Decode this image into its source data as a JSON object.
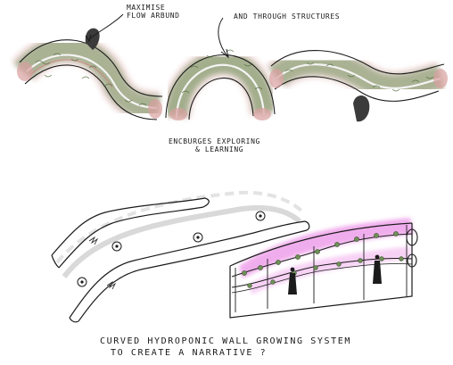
{
  "annotations": {
    "maximise": [
      "MAXIMISE",
      "FLOW ARBUND"
    ],
    "through": "AND THROUGH STRUCTURES",
    "encourages": [
      "ENCBURGES EXPLORING",
      "& LEARNING"
    ],
    "caption": [
      "CURVED HYDROPONIC WALL GROWING SYSTEM",
      "TO CREATE A NARRATIVE ?"
    ]
  },
  "colors": {
    "ink": "#1b1b1b",
    "foliage": "#6f8f58",
    "terracotta": "#d8a0a0",
    "magenta": "#e04bd8",
    "grey": "#bfbfbf",
    "figure": "#3b3b3b"
  }
}
